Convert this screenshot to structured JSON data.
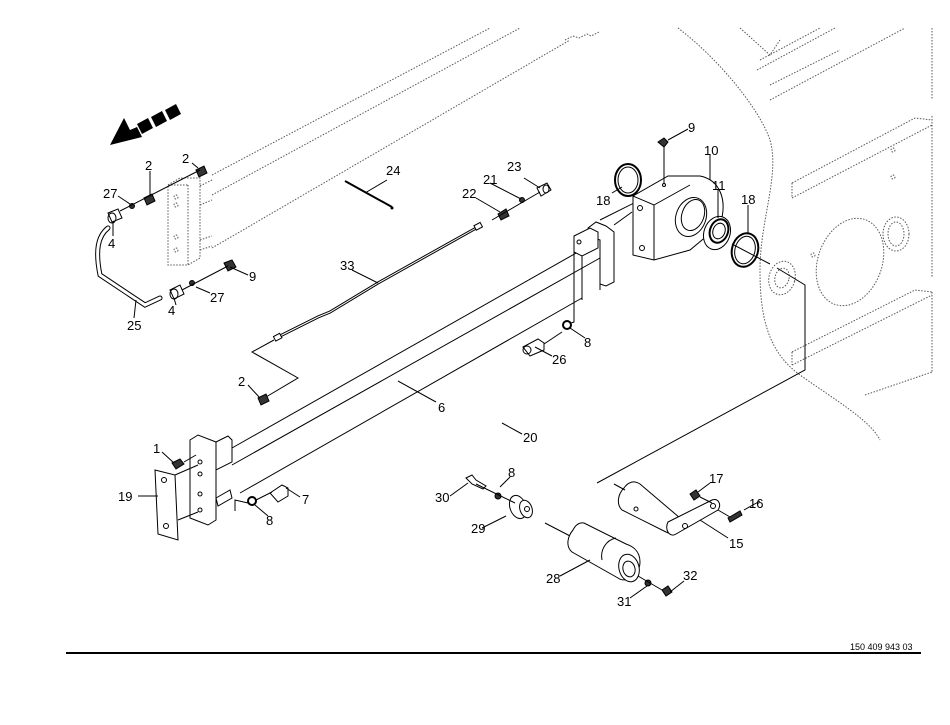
{
  "document": {
    "drawing_number": "150 409 943 03",
    "type": "exploded parts diagram"
  },
  "direction_arrow": {
    "icon": "travel-direction-arrow-icon",
    "meaning": "direction of travel"
  },
  "callouts": [
    {
      "id": "c1",
      "label": "1"
    },
    {
      "id": "c2a",
      "label": "2"
    },
    {
      "id": "c2b",
      "label": "2"
    },
    {
      "id": "c2c",
      "label": "2"
    },
    {
      "id": "c4a",
      "label": "4"
    },
    {
      "id": "c4b",
      "label": "4"
    },
    {
      "id": "c6",
      "label": "6"
    },
    {
      "id": "c7",
      "label": "7"
    },
    {
      "id": "c8a",
      "label": "8"
    },
    {
      "id": "c8b",
      "label": "8"
    },
    {
      "id": "c8c",
      "label": "8"
    },
    {
      "id": "c9a",
      "label": "9"
    },
    {
      "id": "c9b",
      "label": "9"
    },
    {
      "id": "c10",
      "label": "10"
    },
    {
      "id": "c11",
      "label": "11"
    },
    {
      "id": "c15",
      "label": "15"
    },
    {
      "id": "c16",
      "label": "16"
    },
    {
      "id": "c17",
      "label": "17"
    },
    {
      "id": "c18a",
      "label": "18"
    },
    {
      "id": "c18b",
      "label": "18"
    },
    {
      "id": "c19",
      "label": "19"
    },
    {
      "id": "c20",
      "label": "20"
    },
    {
      "id": "c21",
      "label": "21"
    },
    {
      "id": "c22",
      "label": "22"
    },
    {
      "id": "c23",
      "label": "23"
    },
    {
      "id": "c24",
      "label": "24"
    },
    {
      "id": "c25",
      "label": "25"
    },
    {
      "id": "c26",
      "label": "26"
    },
    {
      "id": "c27a",
      "label": "27"
    },
    {
      "id": "c27b",
      "label": "27"
    },
    {
      "id": "c28",
      "label": "28"
    },
    {
      "id": "c29",
      "label": "29"
    },
    {
      "id": "c30",
      "label": "30"
    },
    {
      "id": "c31",
      "label": "31"
    },
    {
      "id": "c32",
      "label": "32"
    },
    {
      "id": "c33",
      "label": "33"
    }
  ]
}
